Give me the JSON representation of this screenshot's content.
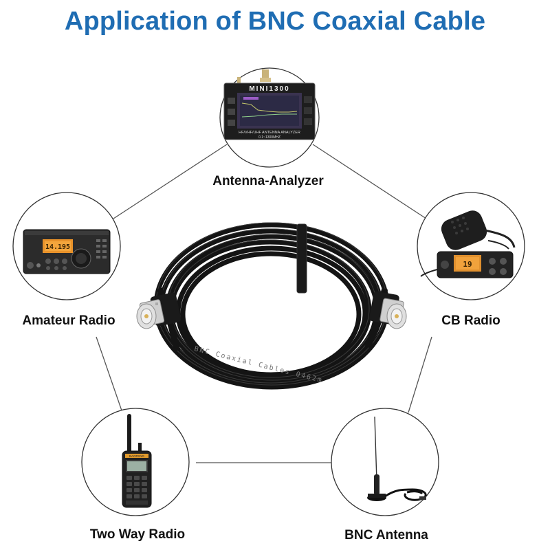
{
  "title": "Application of BNC Coaxial Cable",
  "colors": {
    "title": "#1f6db3",
    "circle_border": "#333333",
    "connector_line": "#555555",
    "cable": "#141414"
  },
  "applications": [
    {
      "label": "Antenna-Analyzer",
      "icon": "antenna-analyzer-device"
    },
    {
      "label": "Amateur Radio",
      "icon": "amateur-radio-transceiver"
    },
    {
      "label": "CB Radio",
      "icon": "cb-radio-with-microphone"
    },
    {
      "label": "Two Way Radio",
      "icon": "handheld-two-way-radio"
    },
    {
      "label": "BNC Antenna",
      "icon": "magnetic-mount-antenna"
    }
  ],
  "device_text": {
    "analyzer_brand": "MINI1300",
    "analyzer_subtitle": "HF/VHF/UHF ANTENNA ANALYZER",
    "analyzer_range": "0.1~1300MHZ",
    "cable_print": "BNC Coaxial Cables 0462m"
  }
}
